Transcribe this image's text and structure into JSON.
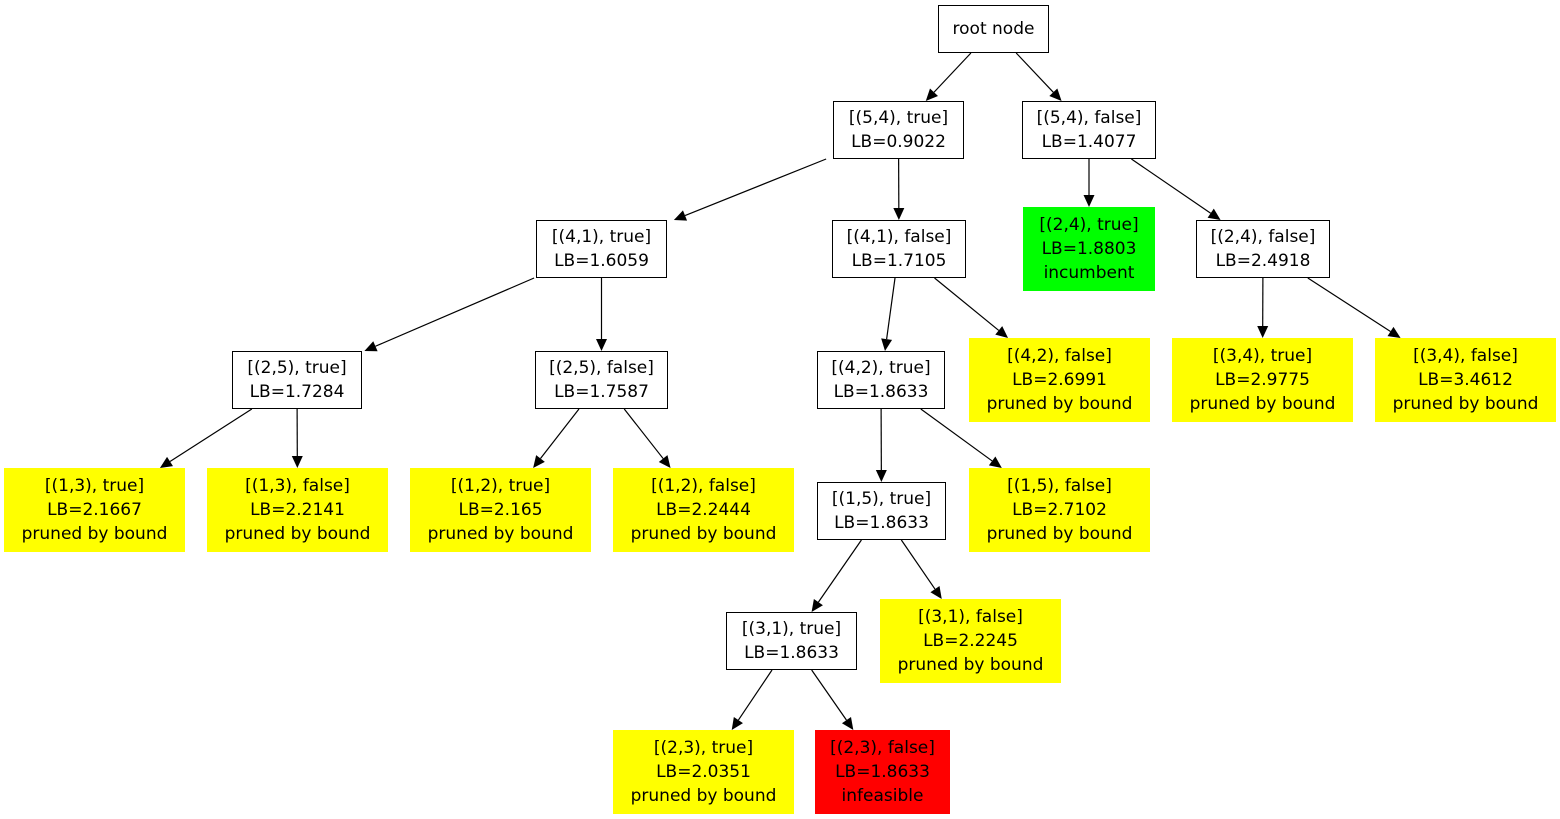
{
  "palette": {
    "plain": "#ffffff",
    "pruned": "#ffff00",
    "incumbent": "#00ff00",
    "infeasible": "#ff0000",
    "stroke": "#000000"
  },
  "nodes": [
    {
      "id": "root",
      "lines": [
        "root node"
      ],
      "status": "plain"
    },
    {
      "id": "n54t",
      "lines": [
        "[(5,4), true]",
        "LB=0.9022"
      ],
      "status": "plain"
    },
    {
      "id": "n54f",
      "lines": [
        "[(5,4), false]",
        "LB=1.4077"
      ],
      "status": "plain"
    },
    {
      "id": "n41t",
      "lines": [
        "[(4,1), true]",
        "LB=1.6059"
      ],
      "status": "plain"
    },
    {
      "id": "n41f",
      "lines": [
        "[(4,1), false]",
        "LB=1.7105"
      ],
      "status": "plain"
    },
    {
      "id": "n24t",
      "lines": [
        "[(2,4), true]",
        "LB=1.8803",
        "incumbent"
      ],
      "status": "incumbent"
    },
    {
      "id": "n24f",
      "lines": [
        "[(2,4), false]",
        "LB=2.4918"
      ],
      "status": "plain"
    },
    {
      "id": "n25t",
      "lines": [
        "[(2,5), true]",
        "LB=1.7284"
      ],
      "status": "plain"
    },
    {
      "id": "n25f",
      "lines": [
        "[(2,5), false]",
        "LB=1.7587"
      ],
      "status": "plain"
    },
    {
      "id": "n42t",
      "lines": [
        "[(4,2), true]",
        "LB=1.8633"
      ],
      "status": "plain"
    },
    {
      "id": "n42f",
      "lines": [
        "[(4,2), false]",
        "LB=2.6991",
        "pruned by bound"
      ],
      "status": "pruned"
    },
    {
      "id": "n34t",
      "lines": [
        "[(3,4), true]",
        "LB=2.9775",
        "pruned by bound"
      ],
      "status": "pruned"
    },
    {
      "id": "n34f",
      "lines": [
        "[(3,4), false]",
        "LB=3.4612",
        "pruned by bound"
      ],
      "status": "pruned"
    },
    {
      "id": "n13t",
      "lines": [
        "[(1,3), true]",
        "LB=2.1667",
        "pruned by bound"
      ],
      "status": "pruned"
    },
    {
      "id": "n13f",
      "lines": [
        "[(1,3), false]",
        "LB=2.2141",
        "pruned by bound"
      ],
      "status": "pruned"
    },
    {
      "id": "n12t",
      "lines": [
        "[(1,2), true]",
        "LB=2.165",
        "pruned by bound"
      ],
      "status": "pruned"
    },
    {
      "id": "n12f",
      "lines": [
        "[(1,2), false]",
        "LB=2.2444",
        "pruned by bound"
      ],
      "status": "pruned"
    },
    {
      "id": "n15t",
      "lines": [
        "[(1,5), true]",
        "LB=1.8633"
      ],
      "status": "plain"
    },
    {
      "id": "n15f",
      "lines": [
        "[(1,5), false]",
        "LB=2.7102",
        "pruned by bound"
      ],
      "status": "pruned"
    },
    {
      "id": "n31t",
      "lines": [
        "[(3,1), true]",
        "LB=1.8633"
      ],
      "status": "plain"
    },
    {
      "id": "n31f",
      "lines": [
        "[(3,1), false]",
        "LB=2.2245",
        "pruned by bound"
      ],
      "status": "pruned"
    },
    {
      "id": "n23t",
      "lines": [
        "[(2,3), true]",
        "LB=2.0351",
        "pruned by bound"
      ],
      "status": "pruned"
    },
    {
      "id": "n23f",
      "lines": [
        "[(2,3), false]",
        "LB=1.8633",
        "infeasible"
      ],
      "status": "infeasible"
    }
  ],
  "edges": [
    [
      "root",
      "n54t"
    ],
    [
      "root",
      "n54f"
    ],
    [
      "n54t",
      "n41t"
    ],
    [
      "n54t",
      "n41f"
    ],
    [
      "n54f",
      "n24t"
    ],
    [
      "n54f",
      "n24f"
    ],
    [
      "n41t",
      "n25t"
    ],
    [
      "n41t",
      "n25f"
    ],
    [
      "n41f",
      "n42t"
    ],
    [
      "n41f",
      "n42f"
    ],
    [
      "n24f",
      "n34t"
    ],
    [
      "n24f",
      "n34f"
    ],
    [
      "n25t",
      "n13t"
    ],
    [
      "n25t",
      "n13f"
    ],
    [
      "n25f",
      "n12t"
    ],
    [
      "n25f",
      "n12f"
    ],
    [
      "n42t",
      "n15t"
    ],
    [
      "n42t",
      "n15f"
    ],
    [
      "n15t",
      "n31t"
    ],
    [
      "n15t",
      "n31f"
    ],
    [
      "n31t",
      "n23t"
    ],
    [
      "n31t",
      "n23f"
    ]
  ]
}
